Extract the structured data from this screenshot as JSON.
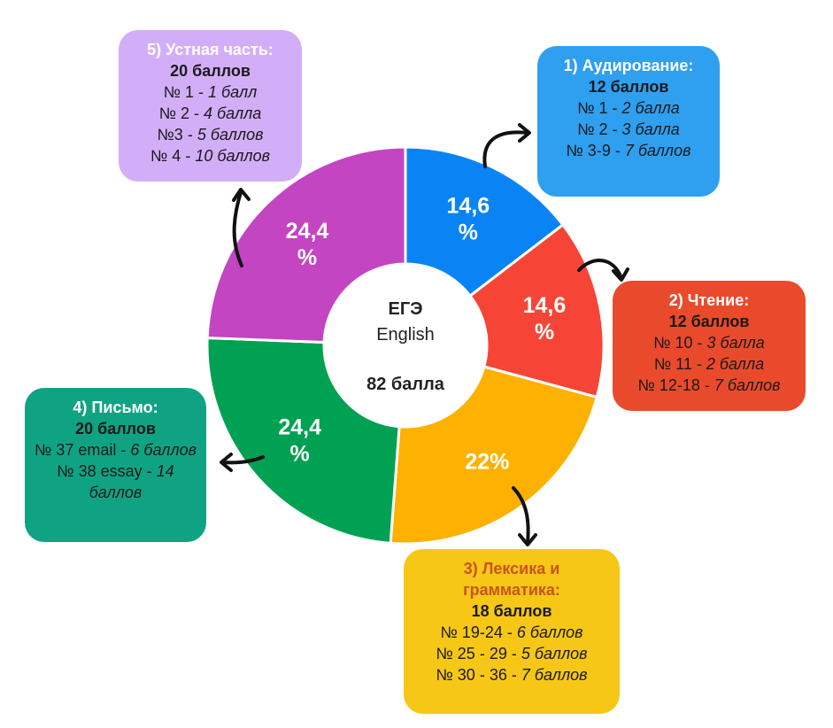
{
  "chart_data": {
    "type": "pie",
    "center": {
      "line1": "ЕГЭ",
      "line2": "English",
      "line3": "82 балла"
    },
    "slices": [
      {
        "label": "14,6 %",
        "value": 14.6,
        "color": "#0a84f5"
      },
      {
        "label": "14,6 %",
        "value": 14.6,
        "color": "#f64537"
      },
      {
        "label": "22%",
        "value": 22.0,
        "color": "#fdb101"
      },
      {
        "label": "24,4 %",
        "value": 24.4,
        "color": "#00a152"
      },
      {
        "label": "24,4 %",
        "value": 24.4,
        "color": "#c345c1"
      }
    ]
  },
  "sections": [
    {
      "title": "1) Аудирование:",
      "points": "12 баллов",
      "items": [
        {
          "num": "№ 1  - ",
          "pts": "2 балла"
        },
        {
          "num": "№ 2 - ",
          "pts": "3 балла"
        },
        {
          "num": "№ 3-9 - ",
          "pts": "7 баллов"
        }
      ]
    },
    {
      "title": "2) Чтение:",
      "points": "12 баллов",
      "items": [
        {
          "num": "№ 10  - ",
          "pts": "3 балла"
        },
        {
          "num": "№ 11 - ",
          "pts": "2 балла"
        },
        {
          "num": "№ 12-18 - ",
          "pts": "7 баллов"
        }
      ]
    },
    {
      "title": "3) Лексика и грамматика:",
      "points": "18 баллов",
      "items": [
        {
          "num": "№ 19-24  - ",
          "pts": "6 баллов"
        },
        {
          "num": "№ 25 - 29 - ",
          "pts": "5 баллов"
        },
        {
          "num": "№ 30 - 36 - ",
          "pts": "7 баллов"
        }
      ]
    },
    {
      "title": "4) Письмо:",
      "points": "20 баллов",
      "items": [
        {
          "num": "№ 37 email  - ",
          "pts": "6 баллов"
        },
        {
          "num": "№ 38 essay - ",
          "pts": "14 баллов"
        }
      ]
    },
    {
      "title": "5) Устная часть:",
      "points": "20 баллов",
      "items": [
        {
          "num": "№ 1  - ",
          "pts": "1 балл"
        },
        {
          "num": "№ 2  - ",
          "pts": "4 балла"
        },
        {
          "num": "№3 - ",
          "pts": "5 баллов"
        },
        {
          "num": "№ 4 - ",
          "pts": "10 баллов"
        }
      ]
    }
  ]
}
